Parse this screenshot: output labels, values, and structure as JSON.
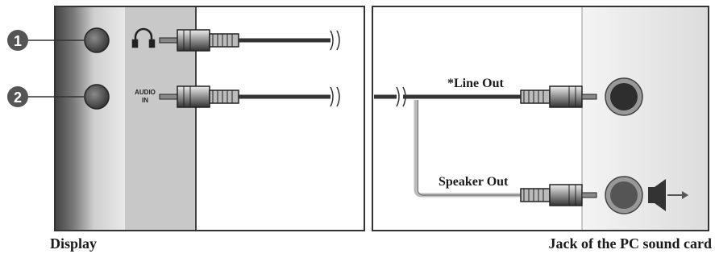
{
  "callouts": [
    "1",
    "2"
  ],
  "display_panel": {
    "headphone_icon": "headphone-icon",
    "audio_in_line1": "AUDIO",
    "audio_in_line2": "IN"
  },
  "pc_panel": {
    "line_out_label": "*Line Out",
    "speaker_out_label": "Speaker Out",
    "speaker_icon": "speaker-icon"
  },
  "captions": {
    "left": "Display",
    "right": "Jack of the PC sound card"
  }
}
